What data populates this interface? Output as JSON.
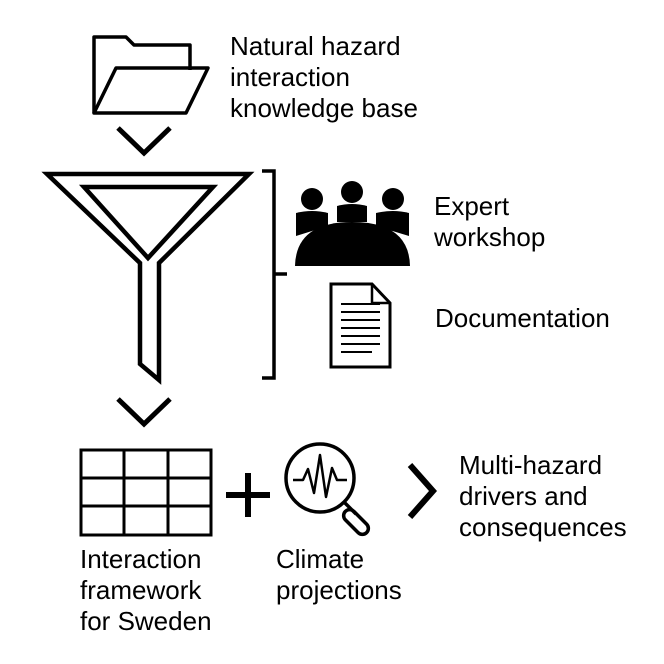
{
  "diagram": {
    "knowledge_base": [
      "Natural hazard",
      "interaction",
      "knowledge base"
    ],
    "expert_workshop": [
      "Expert",
      "workshop"
    ],
    "documentation": [
      "Documentation"
    ],
    "interaction_framework": [
      "Interaction",
      "framework",
      "for Sweden"
    ],
    "climate_projections": [
      "Climate",
      "projections"
    ],
    "outcome": [
      "Multi-hazard",
      "drivers and",
      "consequences"
    ]
  },
  "icons": {
    "folder": "folder-icon",
    "funnel": "funnel-icon",
    "people": "people-icon",
    "document": "document-icon",
    "grid": "grid-table-icon",
    "magnifier": "magnifier-signal-icon",
    "plus": "plus-icon"
  },
  "colors": {
    "ink": "#000000",
    "background": "#ffffff"
  }
}
